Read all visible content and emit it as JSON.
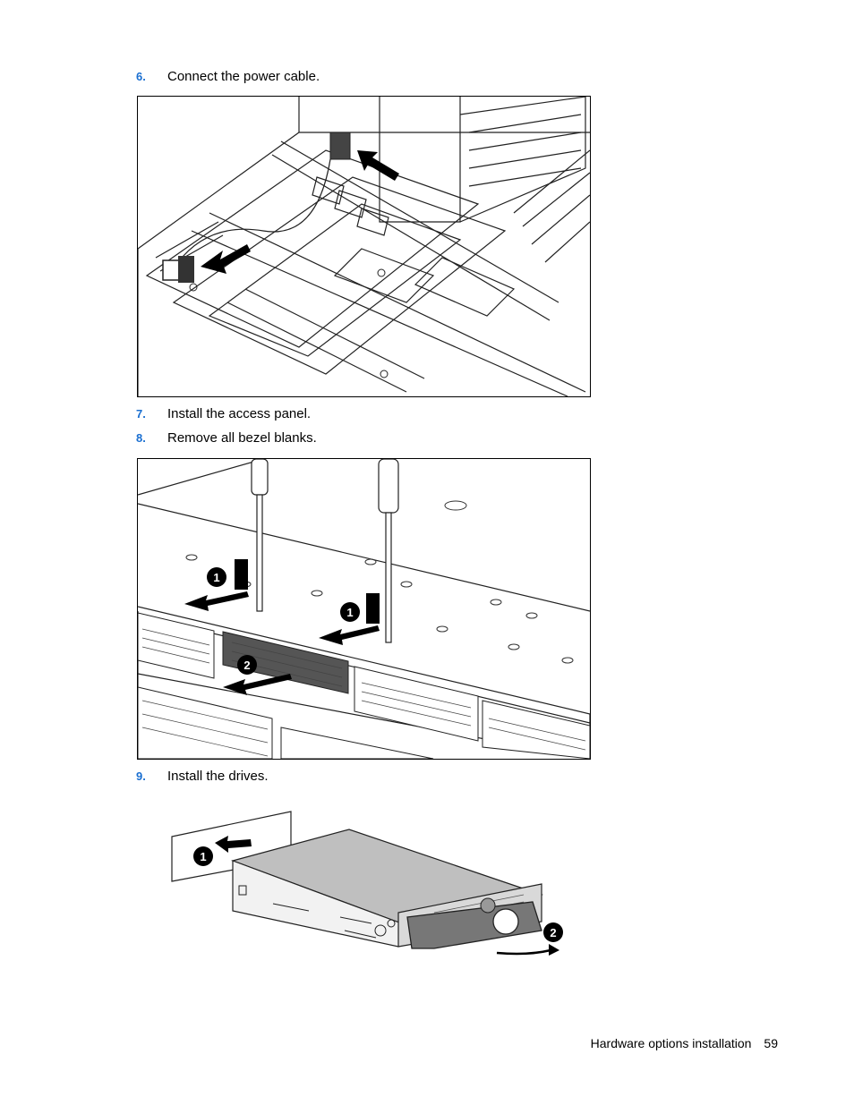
{
  "steps": [
    {
      "number": "6.",
      "text": "Connect the power cable."
    },
    {
      "number": "7.",
      "text": "Install the access panel."
    },
    {
      "number": "8.",
      "text": "Remove all bezel blanks."
    },
    {
      "number": "9.",
      "text": "Install the drives."
    }
  ],
  "callouts": {
    "one": "1",
    "two": "2"
  },
  "footer": {
    "section": "Hardware options installation",
    "page": "59"
  }
}
